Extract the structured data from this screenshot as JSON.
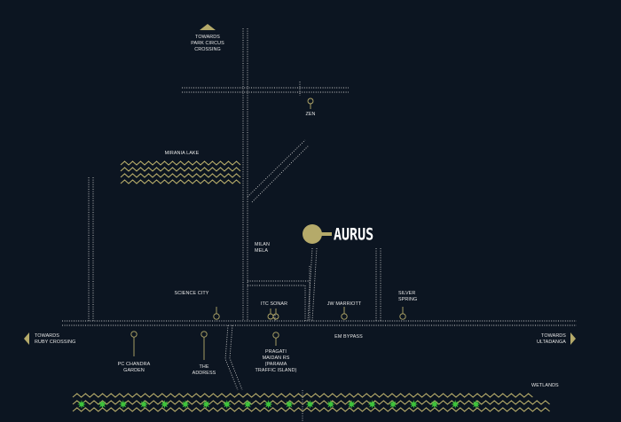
{
  "colors": {
    "background": "#0c1521",
    "road": "#c8c8c8",
    "gold": "#b5aa6a",
    "wave": "#b9ae6b",
    "tree": "#3ec43b",
    "text": "#e6e6e6"
  },
  "brand": {
    "name": "AURUS",
    "marker_icon": "gold-circle-pin"
  },
  "directions": {
    "north": "TOWARDS\nPARK CIRCUS\nCROSSING",
    "west": "TOWARDS\nRUBY CROSSING",
    "east": "TOWARDS\nULTADANGA"
  },
  "roads": {
    "bypass": "EM BYPASS"
  },
  "water": {
    "lake": "MIRANIA LAKE",
    "wetlands": "WETLANDS"
  },
  "landmarks": {
    "zen": "ZEN",
    "milan_mela": "MILAN\nMELA",
    "science_city": "SCIENCE CITY",
    "itc_sonar": "ITC SONAR",
    "jw_marriott": "JW MARRIOTT",
    "silver_spring": "SILVER\nSPRING",
    "pc_chandra": "PC CHANDRA\nGARDEN",
    "the_address": "THE\nADDRESS",
    "pragati": "PRAGATI\nMAIDAN RS\n(PARAMA\nTRAFFIC ISLAND)"
  }
}
